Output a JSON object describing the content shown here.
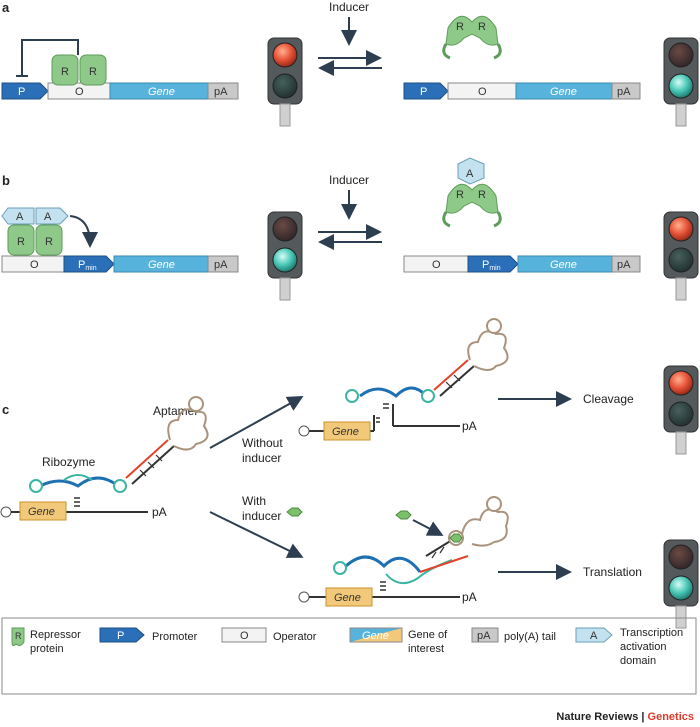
{
  "panels": {
    "a": "a",
    "b": "b",
    "c": "c"
  },
  "labels": {
    "inducer": "Inducer",
    "R": "R",
    "O": "O",
    "P": "P",
    "A": "A",
    "gene": "Gene",
    "pA": "pA",
    "pmin_main": "P",
    "pmin_sub": "min",
    "aptamer": "Aptamer",
    "ribozyme": "Ribozyme",
    "without_inducer_1": "Without",
    "without_inducer_2": "inducer",
    "with_inducer_1": "With",
    "with_inducer_2": "inducer",
    "cleavage": "Cleavage",
    "translation": "Translation"
  },
  "legend": {
    "repressor": [
      "Repressor",
      "protein"
    ],
    "promoter": "Promoter",
    "operator": "Operator",
    "gene_of_interest": [
      "Gene of",
      "interest"
    ],
    "polya": "poly(A) tail",
    "activation": [
      "Transcription",
      "activation",
      "domain"
    ]
  },
  "credit": {
    "journal": "Nature Reviews",
    "separator": " | ",
    "section": "Genetics"
  },
  "colors": {
    "promoter": "#2a6fb8",
    "gene": "#58b3dc",
    "operator": "#f3f3f3",
    "polya": "#c9c9c9",
    "repressor": "#8fc98a",
    "activation": "#c4e1ef",
    "red_light": "#e8543a",
    "green_light": "#4cc9b8",
    "off_light": "#3e4446",
    "dark": "#2c3e50",
    "credit_red": "#d93a2b"
  },
  "traffic_lights": [
    {
      "panel": "a",
      "state": "red"
    },
    {
      "panel": "a",
      "state": "green"
    },
    {
      "panel": "b",
      "state": "green"
    },
    {
      "panel": "b",
      "state": "red"
    },
    {
      "panel": "c",
      "state": "red"
    },
    {
      "panel": "c",
      "state": "green"
    }
  ]
}
